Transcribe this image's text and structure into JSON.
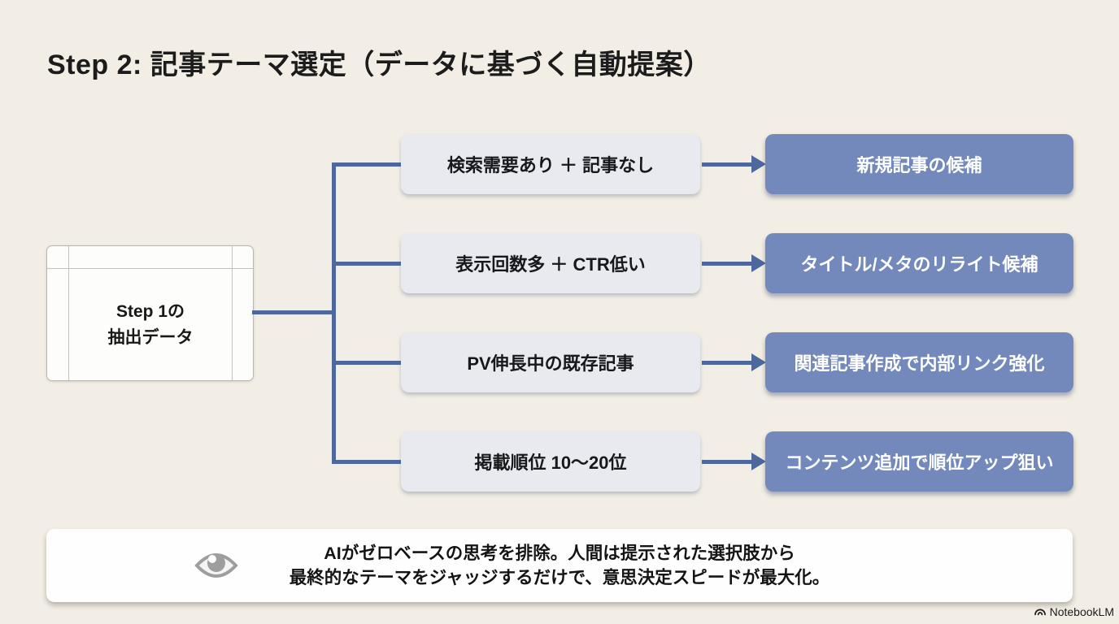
{
  "title": "Step 2: 記事テーマ選定（データに基づく自動提案）",
  "source_box": {
    "line1": "Step 1の",
    "line2": "抽出データ"
  },
  "rows": [
    {
      "condition": "検索需要あり ＋ 記事なし",
      "outcome": "新規記事の候補"
    },
    {
      "condition": "表示回数多 ＋ CTR低い",
      "outcome": "タイトル/メタのリライト候補"
    },
    {
      "condition": "PV伸長中の既存記事",
      "outcome": "関連記事作成で内部リンク強化"
    },
    {
      "condition": "掲載順位 10〜20位",
      "outcome": "コンテンツ追加で順位アップ狙い"
    }
  ],
  "note": {
    "icon": "eye-icon",
    "line1": "AIがゼロベースの思考を排除。人間は提示された選択肢から",
    "line2": "最終的なテーマをジャッジするだけで、意思決定スピードが最大化。"
  },
  "watermark": {
    "icon": "notebooklm-logo-icon",
    "label": "NotebookLM"
  },
  "colors": {
    "background": "#f2eee5",
    "outcome_blue": "#7389bb",
    "connector_blue": "#4d689c",
    "condition_gray": "#e8eaf0",
    "note_white": "#fefefe",
    "text_dark": "#1c1c1c"
  }
}
